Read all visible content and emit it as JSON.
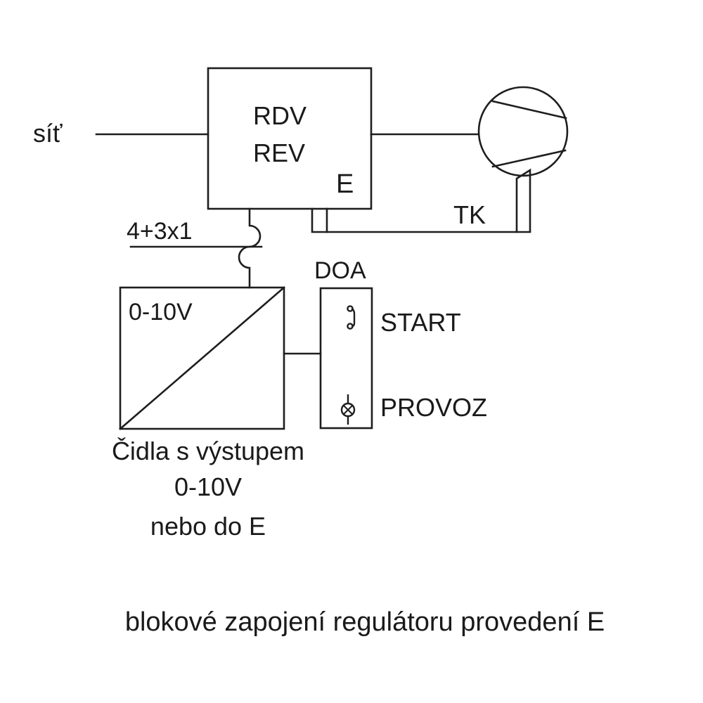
{
  "diagram": {
    "title": "blokové zapojení regulátoru provedení E",
    "mains_label": "síť",
    "regulator": {
      "line1": "RDV",
      "line2": "REV",
      "variant": "E"
    },
    "cable_label": "4+3x1",
    "thermal_contact_label": "TK",
    "sensor": {
      "range_label": "0-10V",
      "caption_line1": "Čidla s výstupem",
      "caption_line2": "0-10V",
      "caption_line3": "nebo do E"
    },
    "doa": {
      "title": "DOA",
      "start_label": "START",
      "run_label": "PROVOZ",
      "start_icon": "switch-contact-icon",
      "run_icon": "indicator-lamp-icon"
    },
    "fan_icon": "radial-fan-icon"
  }
}
